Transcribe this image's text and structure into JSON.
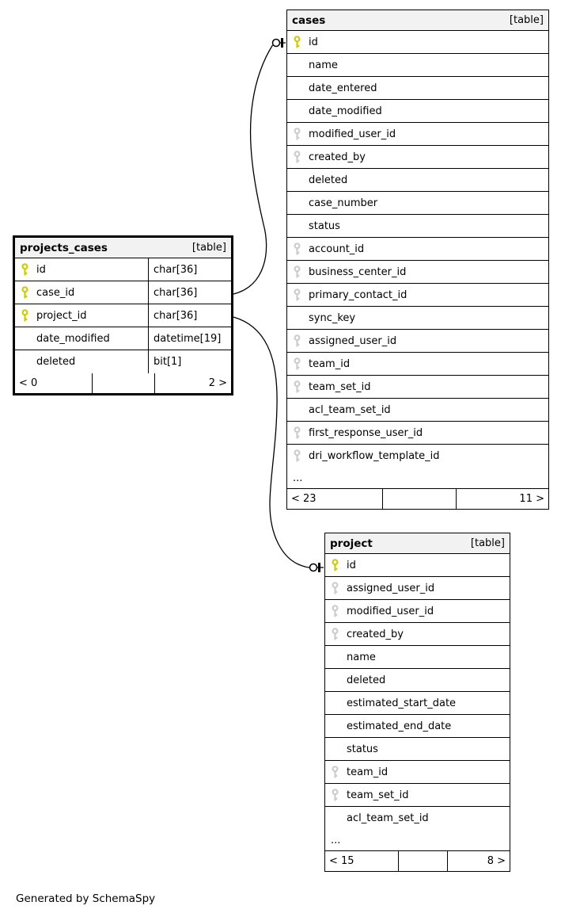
{
  "page": {
    "generator_note": "Generated by SchemaSpy"
  },
  "colors": {
    "pk_key": "#cccc00",
    "fk_key": "#cccccc",
    "header_bg": "#f2f2f2",
    "border": "#000000"
  },
  "tables": {
    "cases": {
      "title": "cases",
      "badge": "[table]",
      "columns": [
        {
          "name": "id",
          "key": "pk"
        },
        {
          "name": "name",
          "key": "none"
        },
        {
          "name": "date_entered",
          "key": "none"
        },
        {
          "name": "date_modified",
          "key": "none"
        },
        {
          "name": "modified_user_id",
          "key": "fk"
        },
        {
          "name": "created_by",
          "key": "fk"
        },
        {
          "name": "deleted",
          "key": "none"
        },
        {
          "name": "case_number",
          "key": "none"
        },
        {
          "name": "status",
          "key": "none"
        },
        {
          "name": "account_id",
          "key": "fk"
        },
        {
          "name": "business_center_id",
          "key": "fk"
        },
        {
          "name": "primary_contact_id",
          "key": "fk"
        },
        {
          "name": "sync_key",
          "key": "none"
        },
        {
          "name": "assigned_user_id",
          "key": "fk"
        },
        {
          "name": "team_id",
          "key": "fk"
        },
        {
          "name": "team_set_id",
          "key": "fk"
        },
        {
          "name": "acl_team_set_id",
          "key": "none"
        },
        {
          "name": "first_response_user_id",
          "key": "fk"
        },
        {
          "name": "dri_workflow_template_id",
          "key": "fk"
        }
      ],
      "ellipsis": "...",
      "footer": {
        "left": "< 23",
        "middle": "",
        "right": "11 >"
      }
    },
    "projects_cases": {
      "title": "projects_cases",
      "badge": "[table]",
      "columns": [
        {
          "name": "id",
          "type": "char[36]",
          "key": "pk"
        },
        {
          "name": "case_id",
          "type": "char[36]",
          "key": "pk"
        },
        {
          "name": "project_id",
          "type": "char[36]",
          "key": "pk"
        },
        {
          "name": "date_modified",
          "type": "datetime[19]",
          "key": "none"
        },
        {
          "name": "deleted",
          "type": "bit[1]",
          "key": "none"
        }
      ],
      "footer": {
        "left": "< 0",
        "middle": "",
        "right": "2 >"
      }
    },
    "project": {
      "title": "project",
      "badge": "[table]",
      "columns": [
        {
          "name": "id",
          "key": "pk"
        },
        {
          "name": "assigned_user_id",
          "key": "fk"
        },
        {
          "name": "modified_user_id",
          "key": "fk"
        },
        {
          "name": "created_by",
          "key": "fk"
        },
        {
          "name": "name",
          "key": "none"
        },
        {
          "name": "deleted",
          "key": "none"
        },
        {
          "name": "estimated_start_date",
          "key": "none"
        },
        {
          "name": "estimated_end_date",
          "key": "none"
        },
        {
          "name": "status",
          "key": "none"
        },
        {
          "name": "team_id",
          "key": "fk"
        },
        {
          "name": "team_set_id",
          "key": "fk"
        },
        {
          "name": "acl_team_set_id",
          "key": "none"
        }
      ],
      "ellipsis": "...",
      "footer": {
        "left": "< 15",
        "middle": "",
        "right": "8 >"
      }
    }
  }
}
